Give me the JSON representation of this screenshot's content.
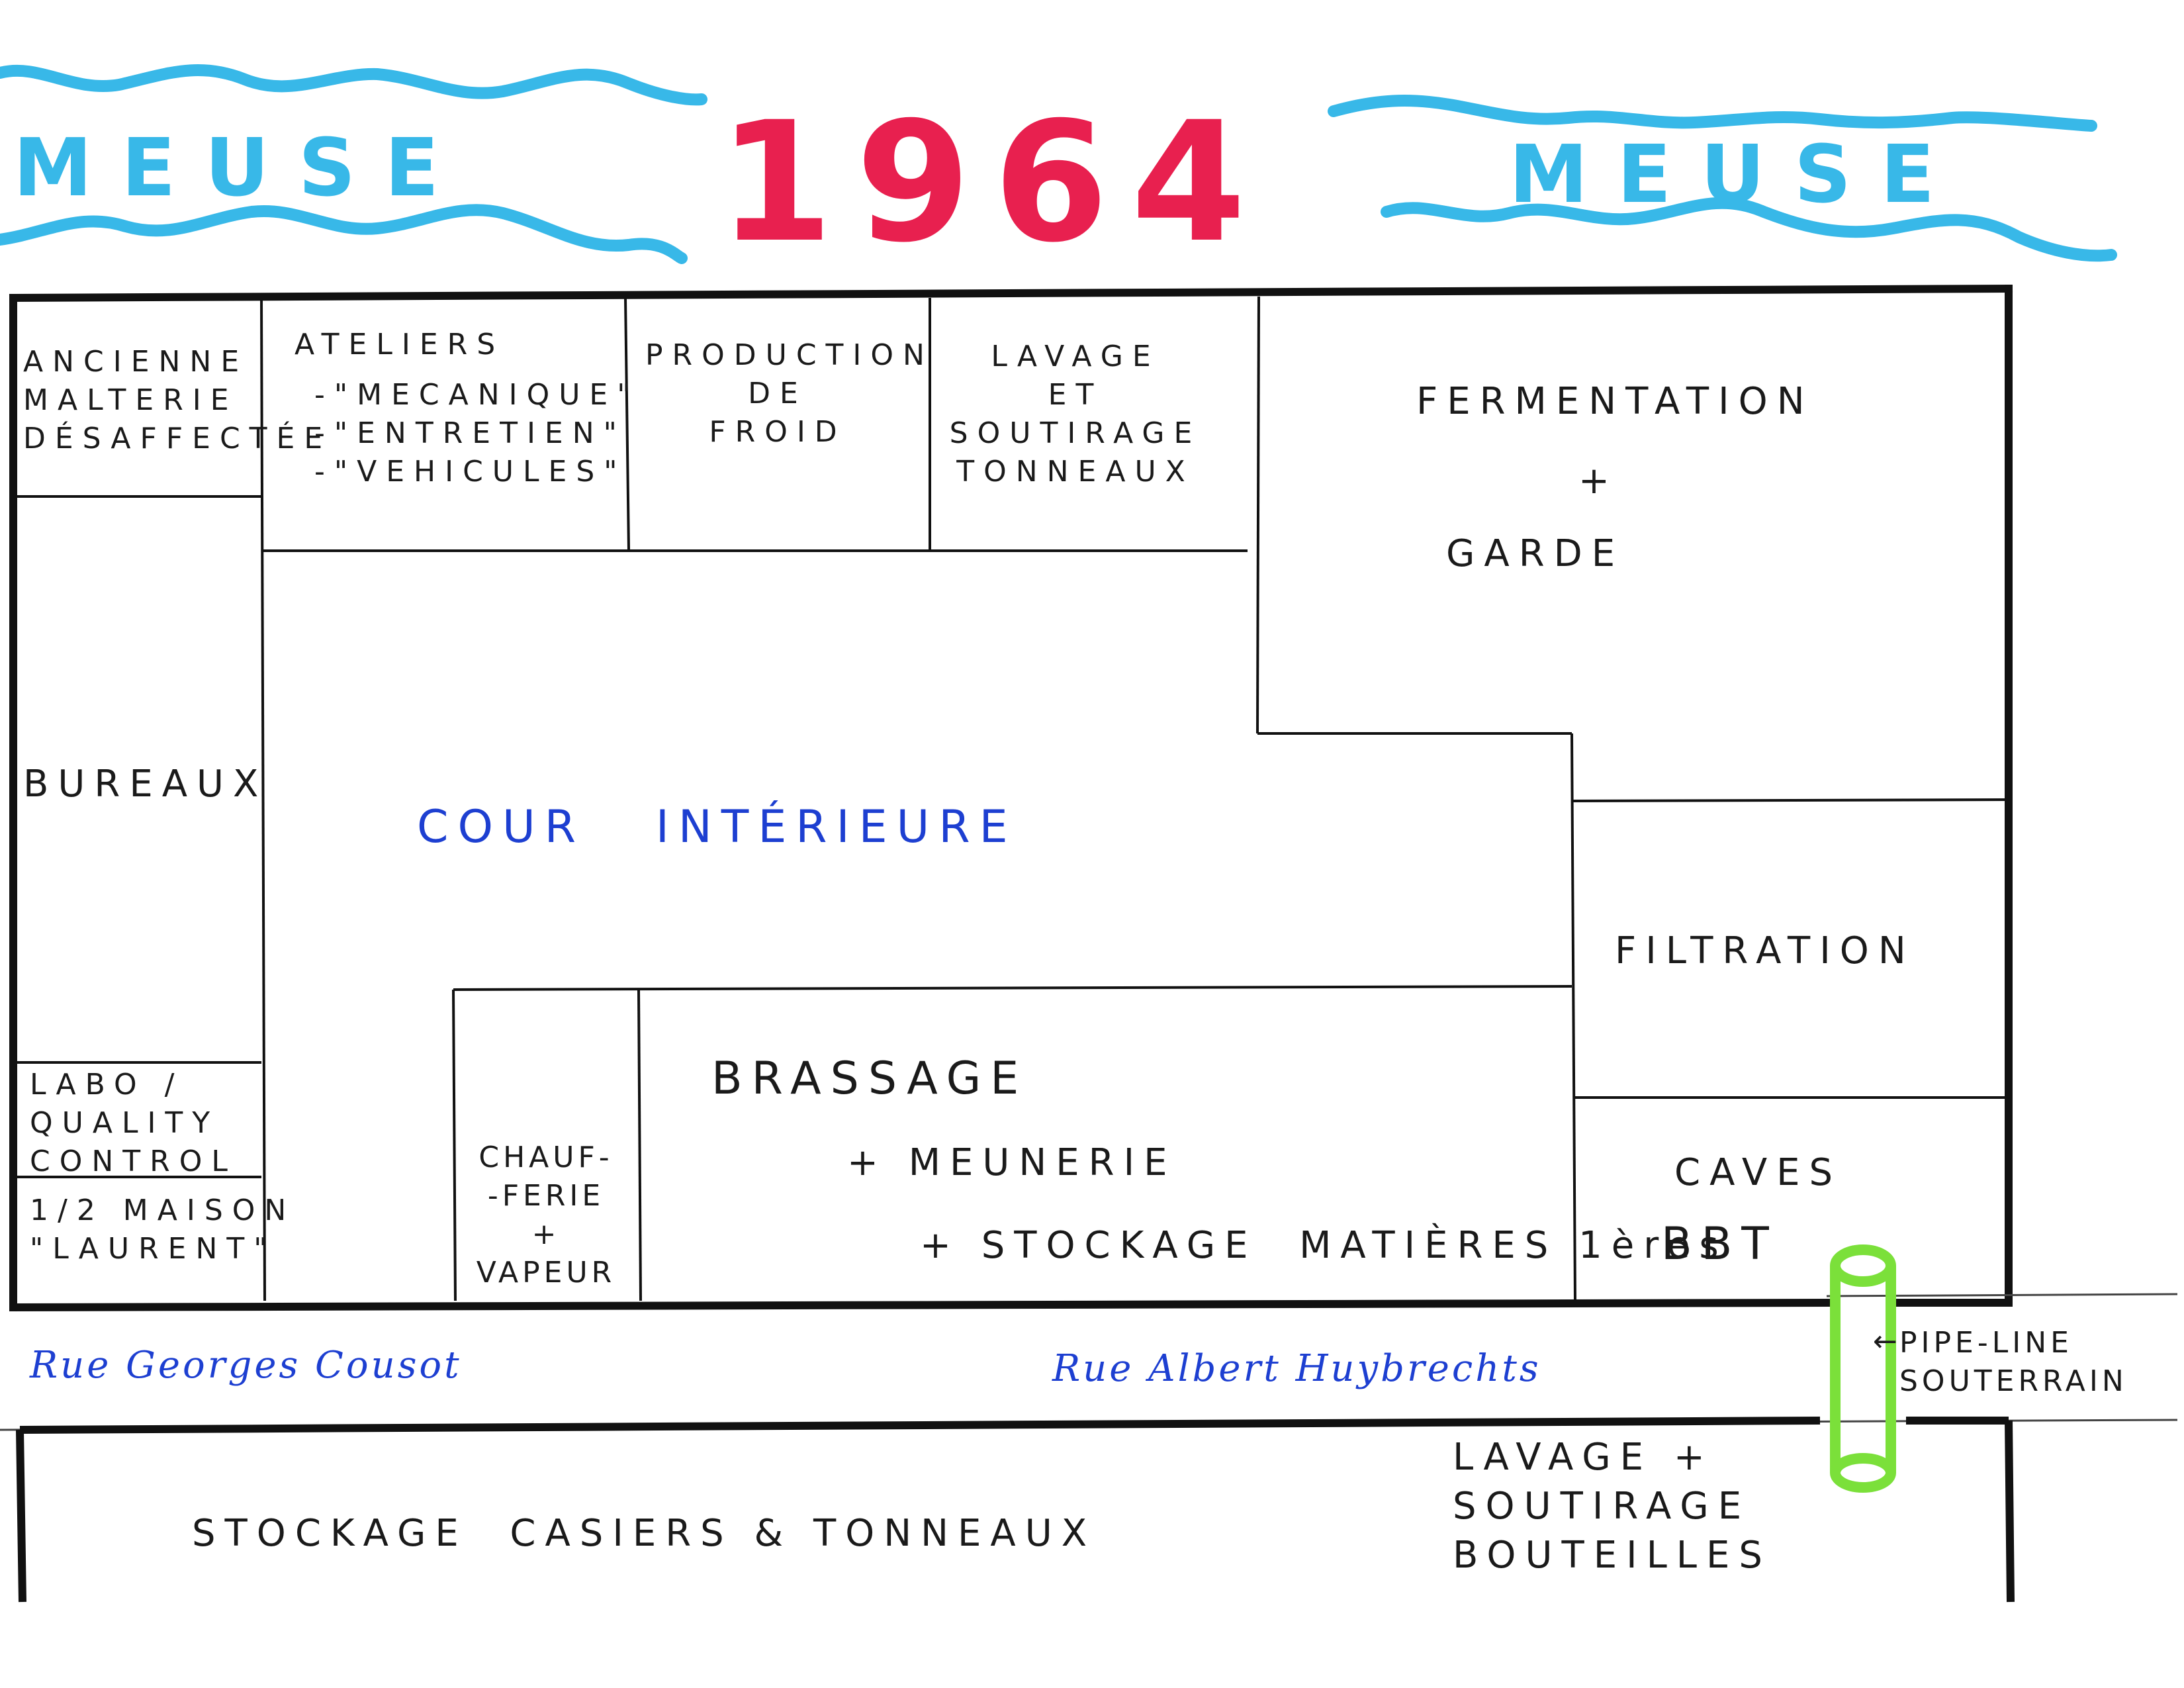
{
  "header": {
    "river_left": "MEUSE",
    "year": "1964",
    "river_right": "MEUSE"
  },
  "rooms": {
    "ancienne_malterie": "ANCIENNE\nMALTERIE\nDÉSAFFECTÉE",
    "ateliers_title": "ATELIERS",
    "ateliers_items": "-\"MECANIQUE\"\n-\"ENTRETIEN\"\n-\"VEHICULES\"",
    "production_froid": "PRODUCTION\nDE\nFROID",
    "lavage_tonneaux": "LAVAGE\nET\nSOUTIRAGE\nTONNEAUX",
    "fermentation_1": "FERMENTATION",
    "fermentation_plus": "+",
    "fermentation_2": "GARDE",
    "bureaux": "BUREAUX",
    "cour": "COUR   INTÉRIEURE",
    "filtration": "FILTRATION",
    "labo": "LABO /\nQUALITY\nCONTROL",
    "maison": "1/2 MAISON\n\"LAURENT\"",
    "chaufferie": "CHAUF-\n-FERIE\n+\nVAPEUR",
    "brassage_1": "BRASSAGE",
    "brassage_2": "+ MEUNERIE",
    "brassage_3": "+ STOCKAGE  MATIÈRES 1ères",
    "caves": "CAVES",
    "bbt": "BBT"
  },
  "streets": {
    "left": "Rue Georges Cousot",
    "right": "Rue Albert Huybrechts"
  },
  "pipeline": {
    "label": "PIPE-LINE\nSOUTERRAIN",
    "arrow": "←"
  },
  "south_block": {
    "stockage": "STOCKAGE  CASIERS & TONNEAUX",
    "lavage_bouteilles": "LAVAGE +\nSOUTIRAGE\nBOUTEILLES"
  },
  "colors": {
    "river": "#38b8e8",
    "year": "#e8204f",
    "ink": "#1a1a1a",
    "blue_ink": "#1d3fd1",
    "pipeline": "#7be03a"
  }
}
